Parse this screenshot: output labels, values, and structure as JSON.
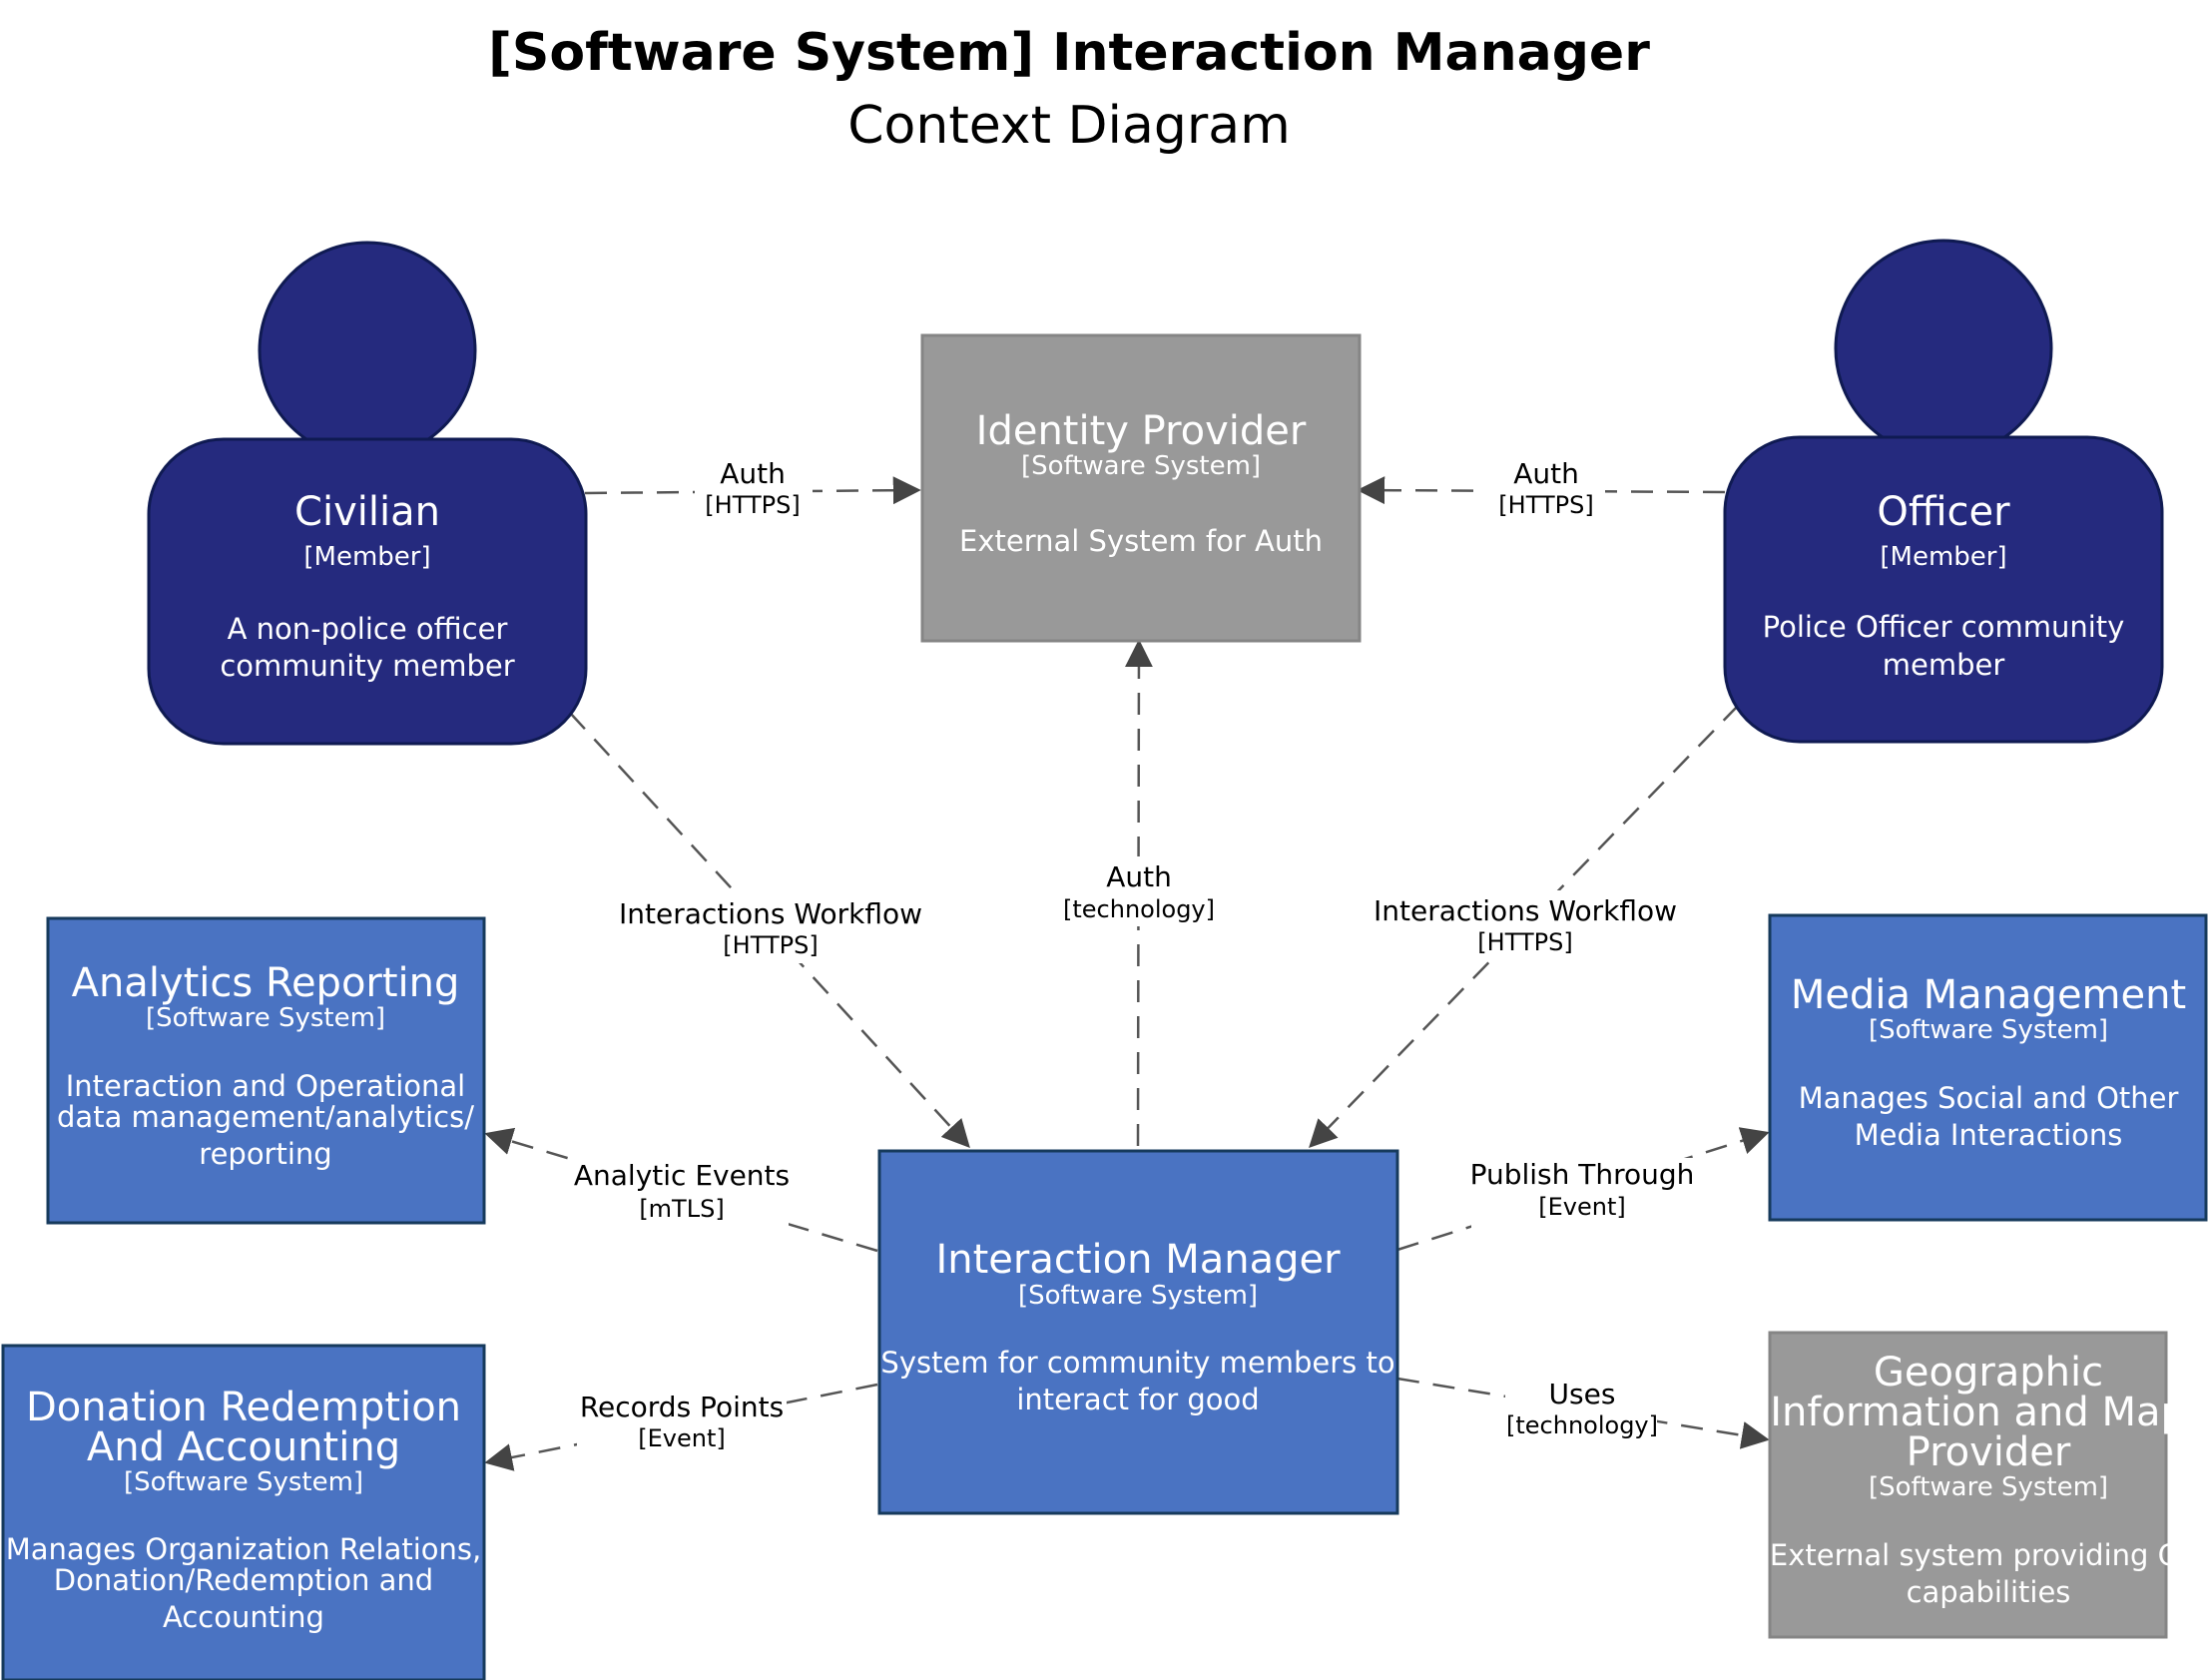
{
  "title": {
    "main": "[Software System] Interaction Manager",
    "sub": "Context Diagram"
  },
  "colors": {
    "person": "#252a7e",
    "system": "#4a73c2",
    "external": "#999999",
    "edge": "#555555",
    "node_text": "#ffffff"
  },
  "nodes": {
    "civilian": {
      "name": "Civilian",
      "type": "[Member]",
      "desc": [
        "A non-police officer",
        "community member"
      ]
    },
    "officer": {
      "name": "Officer",
      "type": "[Member]",
      "desc": [
        "Police Officer community",
        "member"
      ]
    },
    "identity": {
      "name": "Identity Provider",
      "type": "[Software System]",
      "desc": [
        "External System for Auth"
      ]
    },
    "analytics": {
      "name": "Analytics Reporting",
      "type": "[Software System]",
      "desc": [
        "Interaction and Operational",
        "data management/analytics/",
        "reporting"
      ]
    },
    "media": {
      "name": "Media Management",
      "type": "[Software System]",
      "desc": [
        "Manages Social and Other",
        "Media Interactions"
      ]
    },
    "interaction": {
      "name": "Interaction Manager",
      "type": "[Software System]",
      "desc": [
        "System for community members to",
        "interact for good"
      ]
    },
    "donation": {
      "name": [
        "Donation Redemption",
        "And Accounting"
      ],
      "type": "[Software System]",
      "desc": [
        "Manages Organization Relations,",
        "Donation/Redemption and",
        "Accounting"
      ]
    },
    "geo": {
      "name": [
        "Geographic",
        "Information and Maps",
        "Provider"
      ],
      "type": "[Software System]",
      "desc": [
        "External system providing GIS",
        "capabilities"
      ]
    }
  },
  "edges": {
    "civilian_auth": {
      "label": "Auth",
      "tech": "[HTTPS]"
    },
    "officer_auth": {
      "label": "Auth",
      "tech": "[HTTPS]"
    },
    "im_auth": {
      "label": "Auth",
      "tech": "[technology]"
    },
    "civilian_workflow": {
      "label": "Interactions Workflow",
      "tech": "[HTTPS]"
    },
    "officer_workflow": {
      "label": "Interactions Workflow",
      "tech": "[HTTPS]"
    },
    "analytic_events": {
      "label": "Analytic Events",
      "tech": "[mTLS]"
    },
    "publish_through": {
      "label": "Publish Through",
      "tech": "[Event]"
    },
    "records_points": {
      "label": "Records Points",
      "tech": "[Event]"
    },
    "uses": {
      "label": "Uses",
      "tech": "[technology]"
    }
  }
}
